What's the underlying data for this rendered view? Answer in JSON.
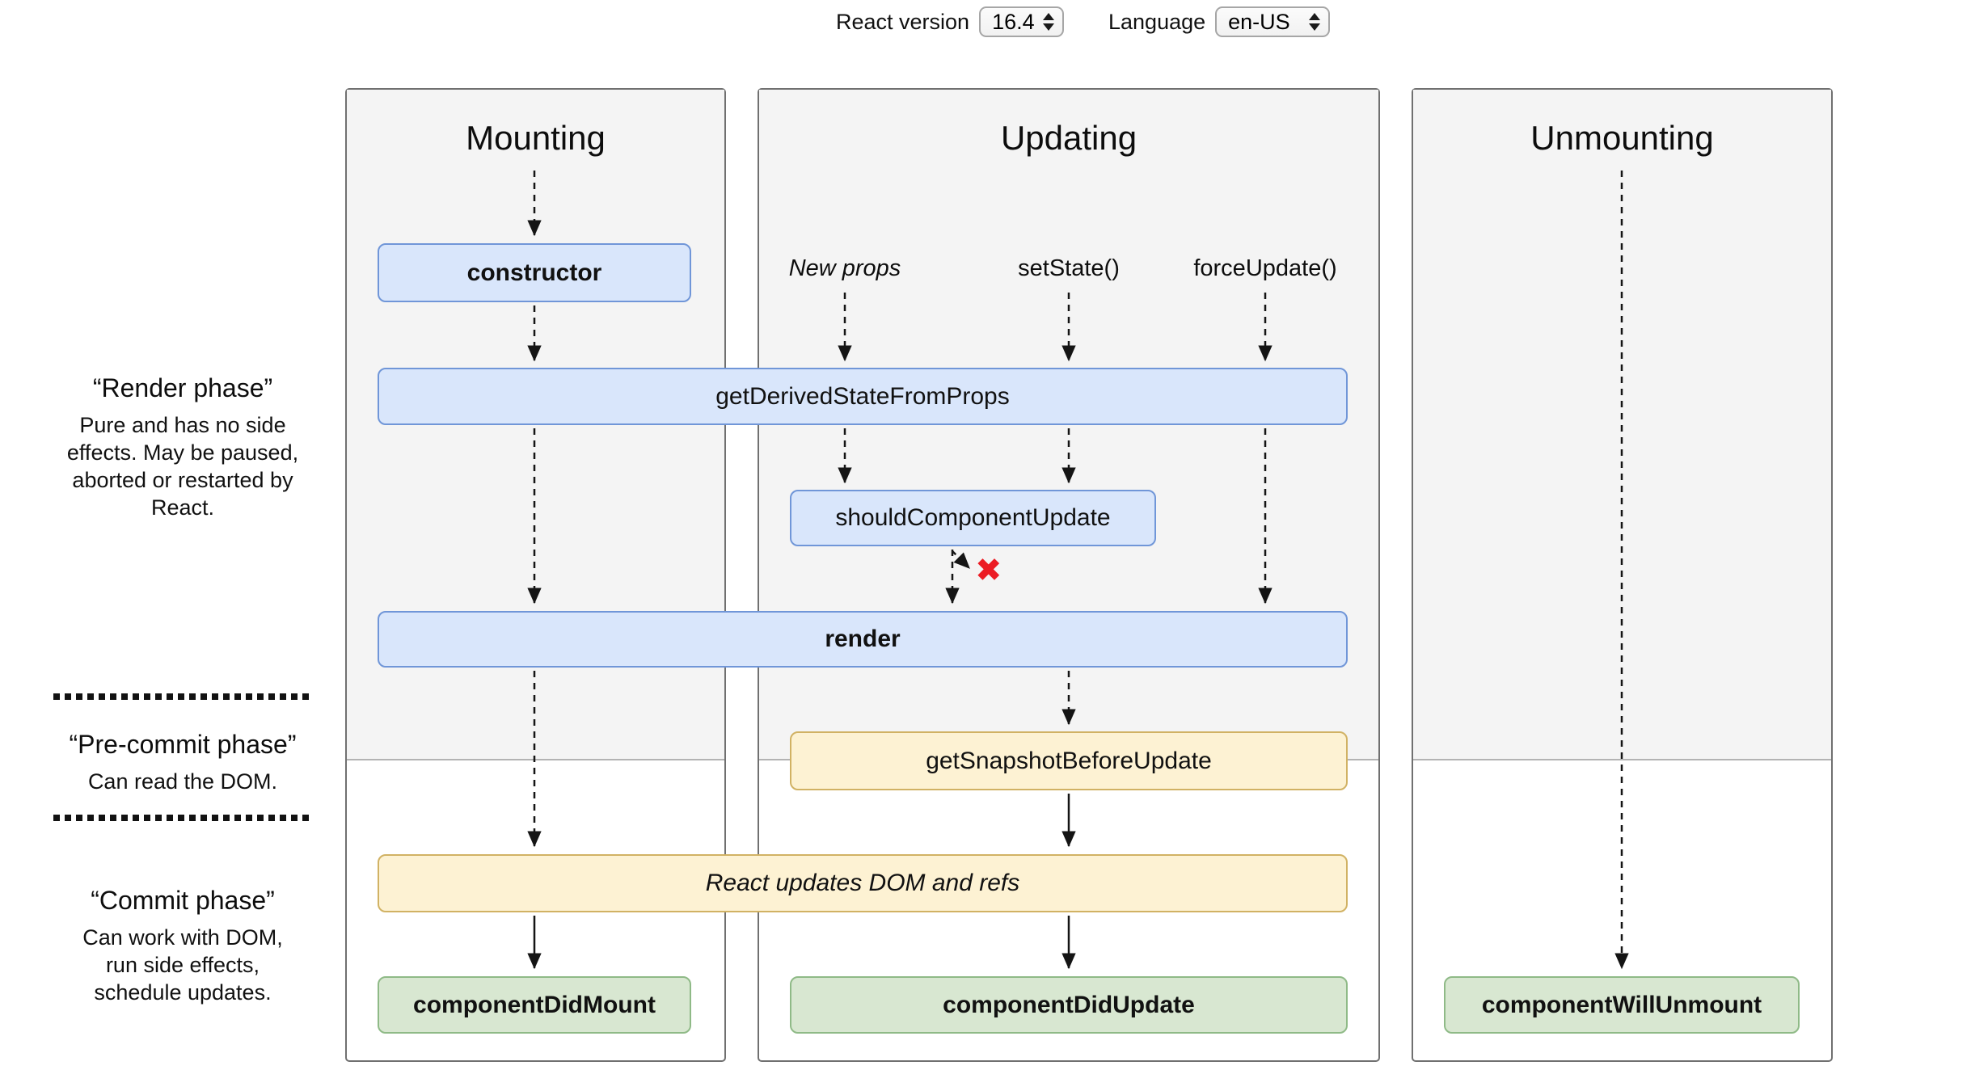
{
  "toolbar": {
    "react_version_label": "React version",
    "react_version_value": "16.4",
    "language_label": "Language",
    "language_value": "en-US"
  },
  "columns": {
    "mounting": {
      "title": "Mounting"
    },
    "updating": {
      "title": "Updating",
      "triggers": {
        "new_props": "New props",
        "set_state": "setState()",
        "force_update": "forceUpdate()"
      }
    },
    "unmounting": {
      "title": "Unmounting"
    }
  },
  "phases": {
    "render": {
      "title": "“Render phase”",
      "description": "Pure and has no side effects. May be paused, aborted or restarted by React."
    },
    "pre_commit": {
      "title": "“Pre-commit phase”",
      "description": "Can read the DOM."
    },
    "commit": {
      "title": "“Commit phase”",
      "description": "Can work with DOM, run side effects, schedule updates."
    }
  },
  "nodes": {
    "constructor": "constructor",
    "get_derived_state_from_props": "getDerivedStateFromProps",
    "should_component_update": "shouldComponentUpdate",
    "render": "render",
    "get_snapshot_before_update": "getSnapshotBeforeUpdate",
    "react_updates_dom": "React updates DOM and refs",
    "component_did_mount": "componentDidMount",
    "component_did_update": "componentDidUpdate",
    "component_will_unmount": "componentWillUnmount"
  },
  "reject_mark": "✖",
  "colors": {
    "box_blue_fill": "#d9e6fb",
    "box_blue_border": "#7096d8",
    "box_yellow_fill": "#fdf2d3",
    "box_yellow_border": "#d1b264",
    "box_green_fill": "#d8e7d1",
    "box_green_border": "#8fba87",
    "column_bg": "#f4f4f4",
    "column_border": "#707070",
    "phase_divider": "#b3b3b3",
    "arrow": "#141414",
    "reject_x": "#ec1c24"
  }
}
